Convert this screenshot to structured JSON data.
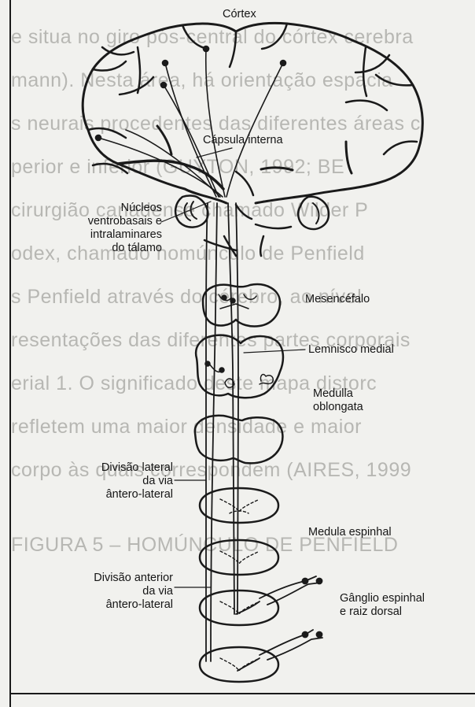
{
  "labels": {
    "cortex": "Córtex",
    "capsula_interna": "Cápsula interna",
    "nucleos": "Núcleos\nventrobasais e\nintralaminares\ndo tálamo",
    "mesencefalo": "Mesencéfalo",
    "lemnisco_medial": "Lemnisco medial",
    "medulla_oblongata": "Medulla\noblongata",
    "divisao_lateral": "Divisão lateral\nda via\nântero-lateral",
    "medula_espinhal": "Medula espinhal",
    "divisao_anterior": "Divisão anterior\nda via\nântero-lateral",
    "ganglio": "Gânglio espinhal\ne raiz dorsal"
  },
  "background_text": [
    "e situa no giro pós-central do córtex cerebra",
    "mann). Nesta área, há orientação espacia",
    "s neurais procedentes das diferentes áreas c",
    "perior e inferior (GUYTON, 1992; BE",
    "cirurgião canadense chamado Wilder P",
    "odex, chamado homúnculo de Penfield",
    "s Penfield através do cérebro, ao nível",
    "resentações das diferentes partes corporais",
    "erial 1. O significado deste mapa distorc",
    "refletem uma maior densidade e maior",
    "corpo às quais correspondem (AIRES, 1999",
    "FIGURA 5 – HOMÚNCULO DE PENFIELD",
    "",
    ""
  ],
  "colors": {
    "ink": "#1a1a1a",
    "paper": "#f1f1ee",
    "bleed": "#b7b7b3"
  }
}
